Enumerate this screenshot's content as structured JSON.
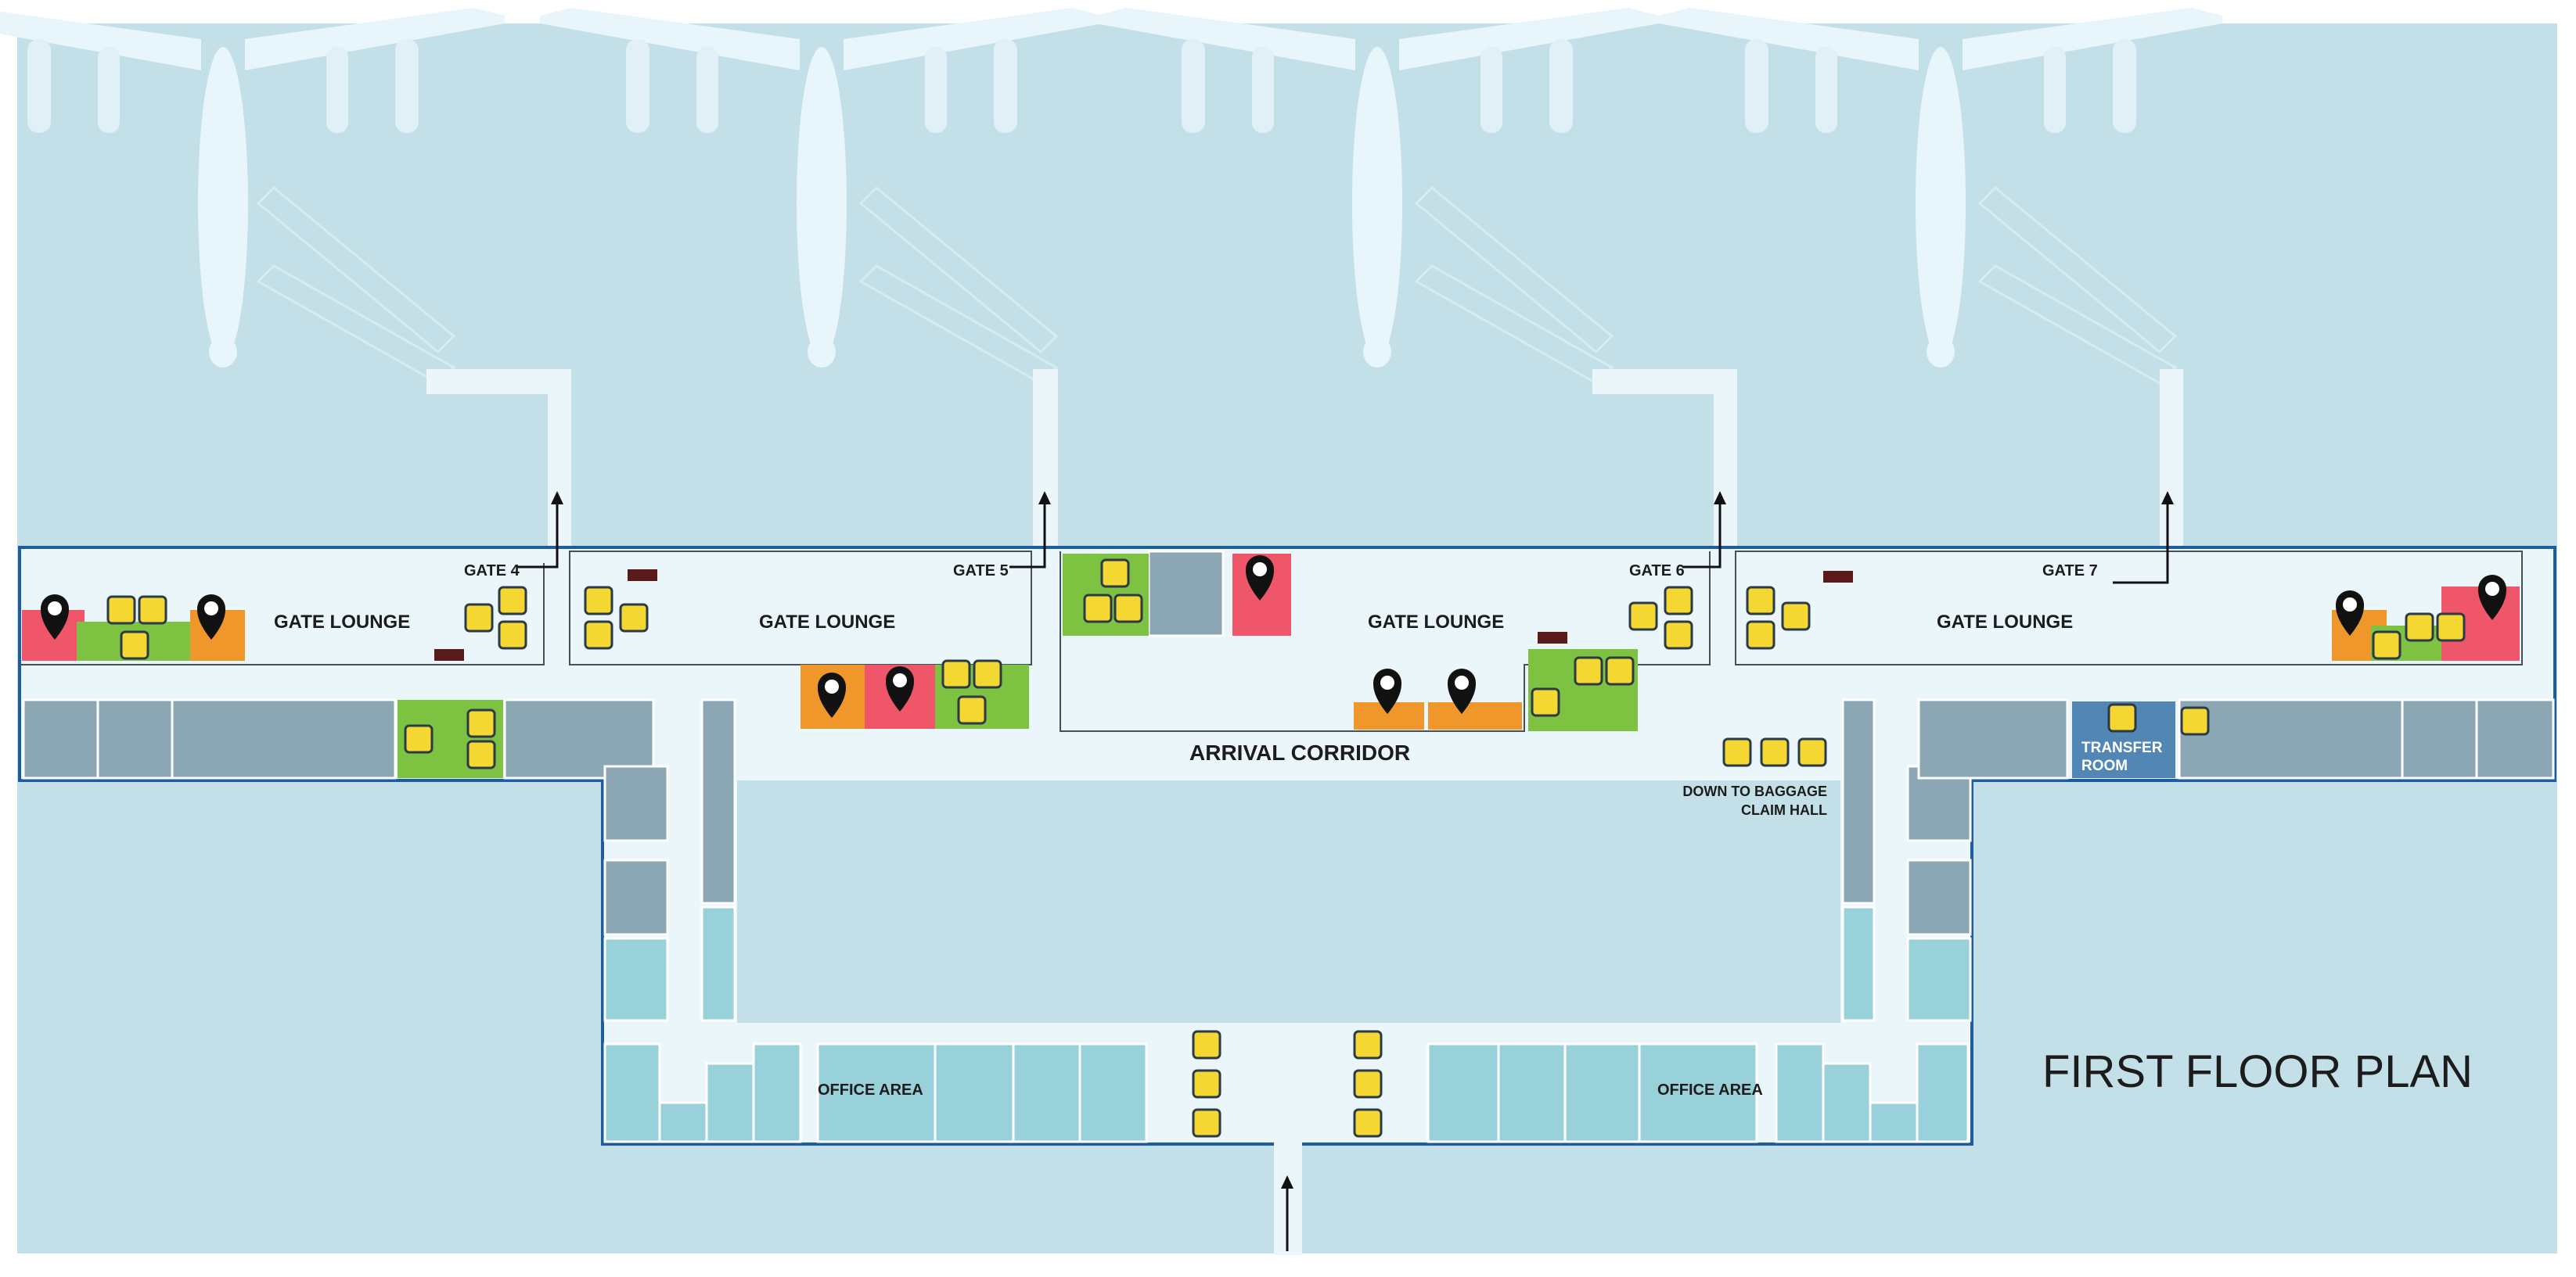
{
  "map_title": "FIRST FLOOR PLAN",
  "labels": {
    "gate_4": "GATE 4",
    "gate_5": "GATE 5",
    "gate_6": "GATE 6",
    "gate_7": "GATE 7",
    "gate_lounge": "GATE LOUNGE",
    "arrival_corridor": "ARRIVAL CORRIDOR",
    "baggage_line1": "DOWN TO BAGGAGE",
    "baggage_line2": "CLAIM HALL",
    "transfer_line1": "TRANSFER",
    "transfer_line2": "ROOM",
    "office_area": "OFFICE AREA"
  },
  "icons": [
    "restaurant-pin-icon",
    "shop-pin-icon",
    "baby-change-icon",
    "wheelchair-icon",
    "restroom-icon",
    "stairs-icon",
    "escalator-icon",
    "elevator-icon",
    "airplane-icon",
    "arrow-up-icon"
  ],
  "colors": {
    "background": "#c3e0e8",
    "floor": "#eaf6fa",
    "outline": "#1f5c9e",
    "dark_room": "#8aa7b3",
    "office_room": "#98d1da",
    "restaurant": "#f0566a",
    "shop": "#f0972c",
    "restroom": "#7ec242",
    "icon_fill": "#f5d731",
    "transfer_room": "#5286b4",
    "sign_bar": "#5a1a1a"
  }
}
